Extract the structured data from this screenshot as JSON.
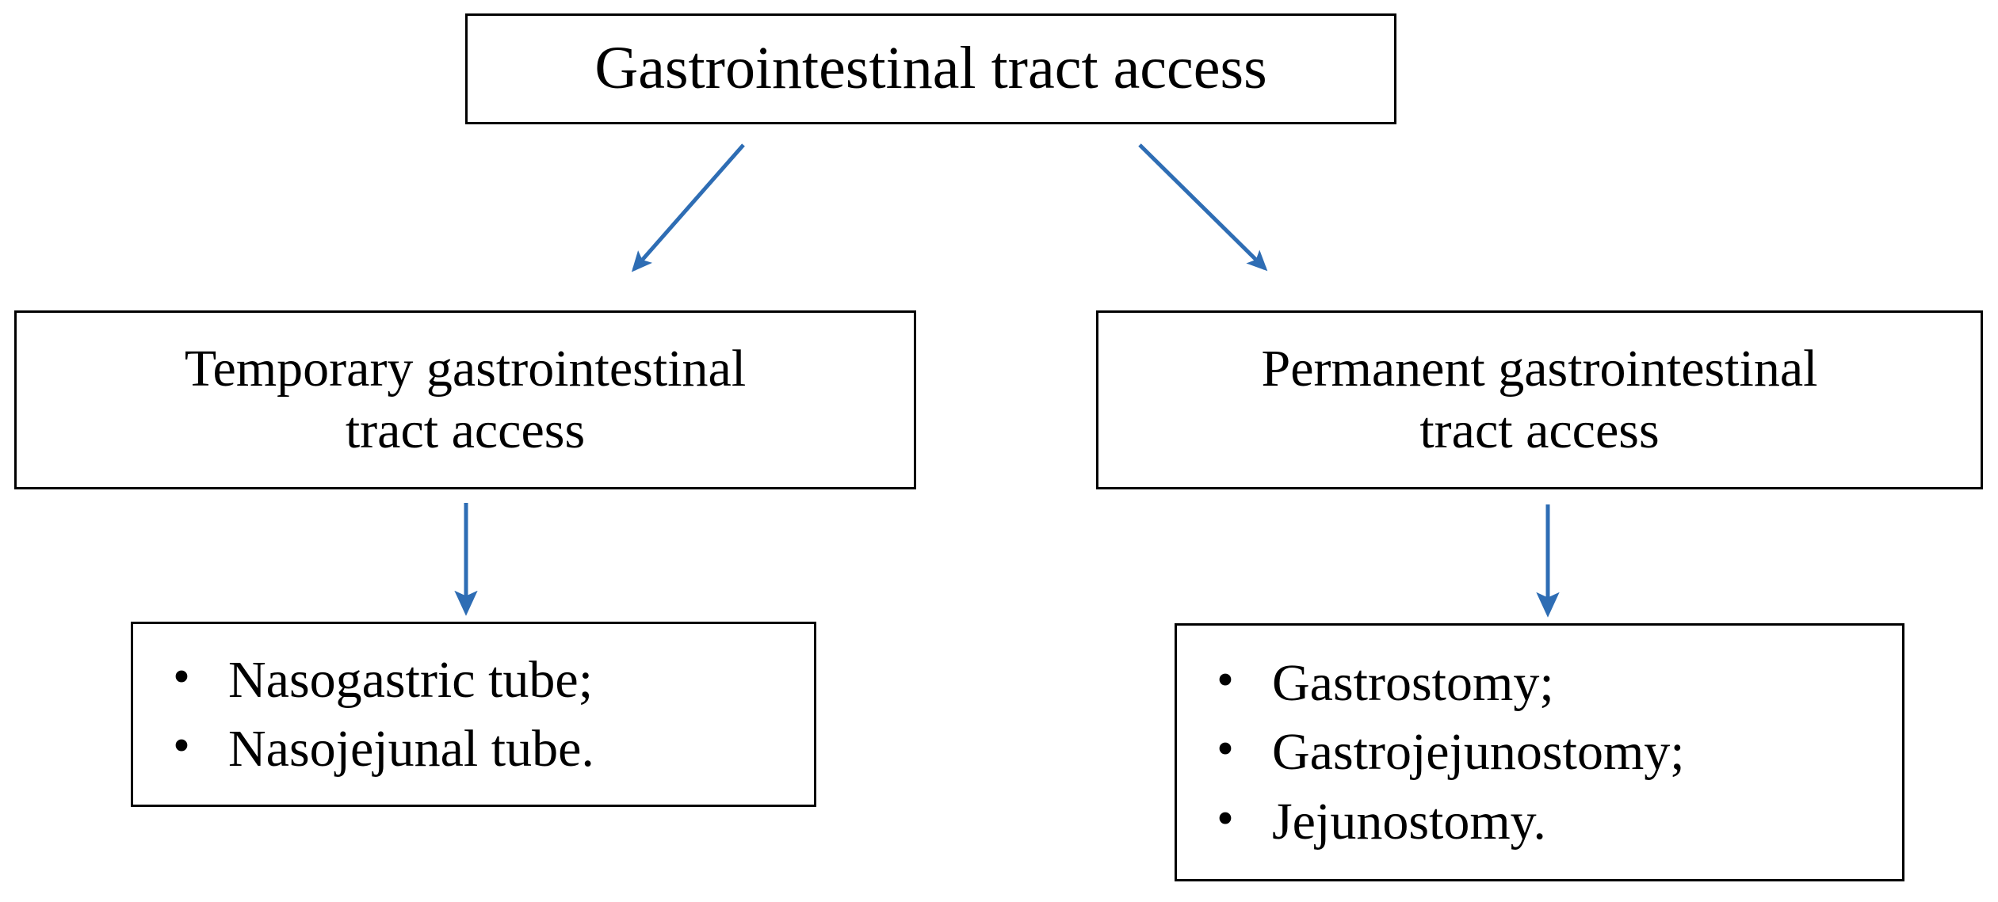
{
  "diagram": {
    "title": "Gastrointestinal tract access",
    "type": "flowchart",
    "orientation": "top-down",
    "colors": {
      "box_border": "#000000",
      "box_fill": "#ffffff",
      "text": "#000000",
      "arrow": "#2E6DB4"
    },
    "nodes": {
      "root": {
        "label": "Gastrointestinal tract access"
      },
      "temporary": {
        "label": "Temporary gastrointestinal\ntract access"
      },
      "permanent": {
        "label": "Permanent gastrointestinal\ntract access"
      },
      "temporary_items": {
        "bullet_glyph": "•",
        "items": [
          "Nasogastric tube;",
          "Nasojejunal tube."
        ]
      },
      "permanent_items": {
        "bullet_glyph": "•",
        "items": [
          "Gastrostomy;",
          "Gastrojejunostomy;",
          "Jejunostomy."
        ]
      }
    },
    "edges": [
      {
        "name": "root-to-temporary",
        "from": "root",
        "to": "temporary",
        "style": "diagonal-arrow"
      },
      {
        "name": "root-to-permanent",
        "from": "root",
        "to": "permanent",
        "style": "diagonal-arrow"
      },
      {
        "name": "temporary-to-items",
        "from": "temporary",
        "to": "temporary_items",
        "style": "vertical-arrow"
      },
      {
        "name": "permanent-to-items",
        "from": "permanent",
        "to": "permanent_items",
        "style": "vertical-arrow"
      }
    ]
  }
}
